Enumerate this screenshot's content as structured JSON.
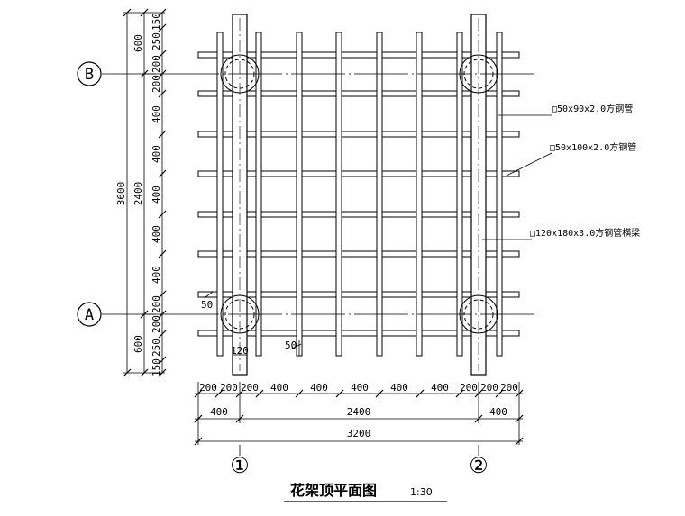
{
  "title": "花架顶平面图",
  "scale": "1:30",
  "axes": {
    "row_b": "B",
    "row_a": "A",
    "col_1": "①",
    "col_2": "②"
  },
  "callouts": {
    "purlin_a": "□50x90x2.0方钢管",
    "purlin_b": "□50x100x2.0方钢管",
    "main_beam": "□120x180x3.0方钢管横梁"
  },
  "left_dims": {
    "segments": [
      "150",
      "250",
      "200",
      "200",
      "400",
      "400",
      "400",
      "400",
      "400",
      "200",
      "200",
      "250",
      "150"
    ],
    "mid": [
      "600",
      "2400",
      "600"
    ],
    "total": "3600"
  },
  "bottom_dims": {
    "segments": [
      "200",
      "200",
      "200",
      "400",
      "400",
      "400",
      "400",
      "400",
      "200",
      "200",
      "200"
    ],
    "mid": [
      "400",
      "2400",
      "400"
    ],
    "total": "3200"
  },
  "notes": {
    "gap_left": "50",
    "gap_bottom": "50",
    "post_width": "120"
  }
}
